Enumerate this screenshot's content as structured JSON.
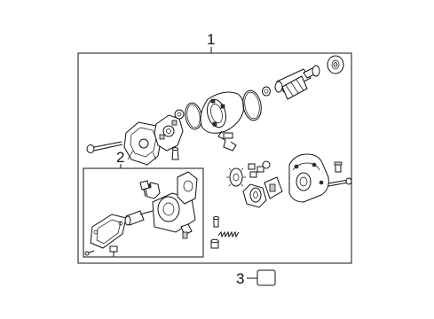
{
  "callouts": {
    "label_1": "1",
    "label_2": "2",
    "label_3": "3"
  },
  "colors": {
    "line": "#111111",
    "background": "#ffffff",
    "shade": "#c9c9c9"
  }
}
